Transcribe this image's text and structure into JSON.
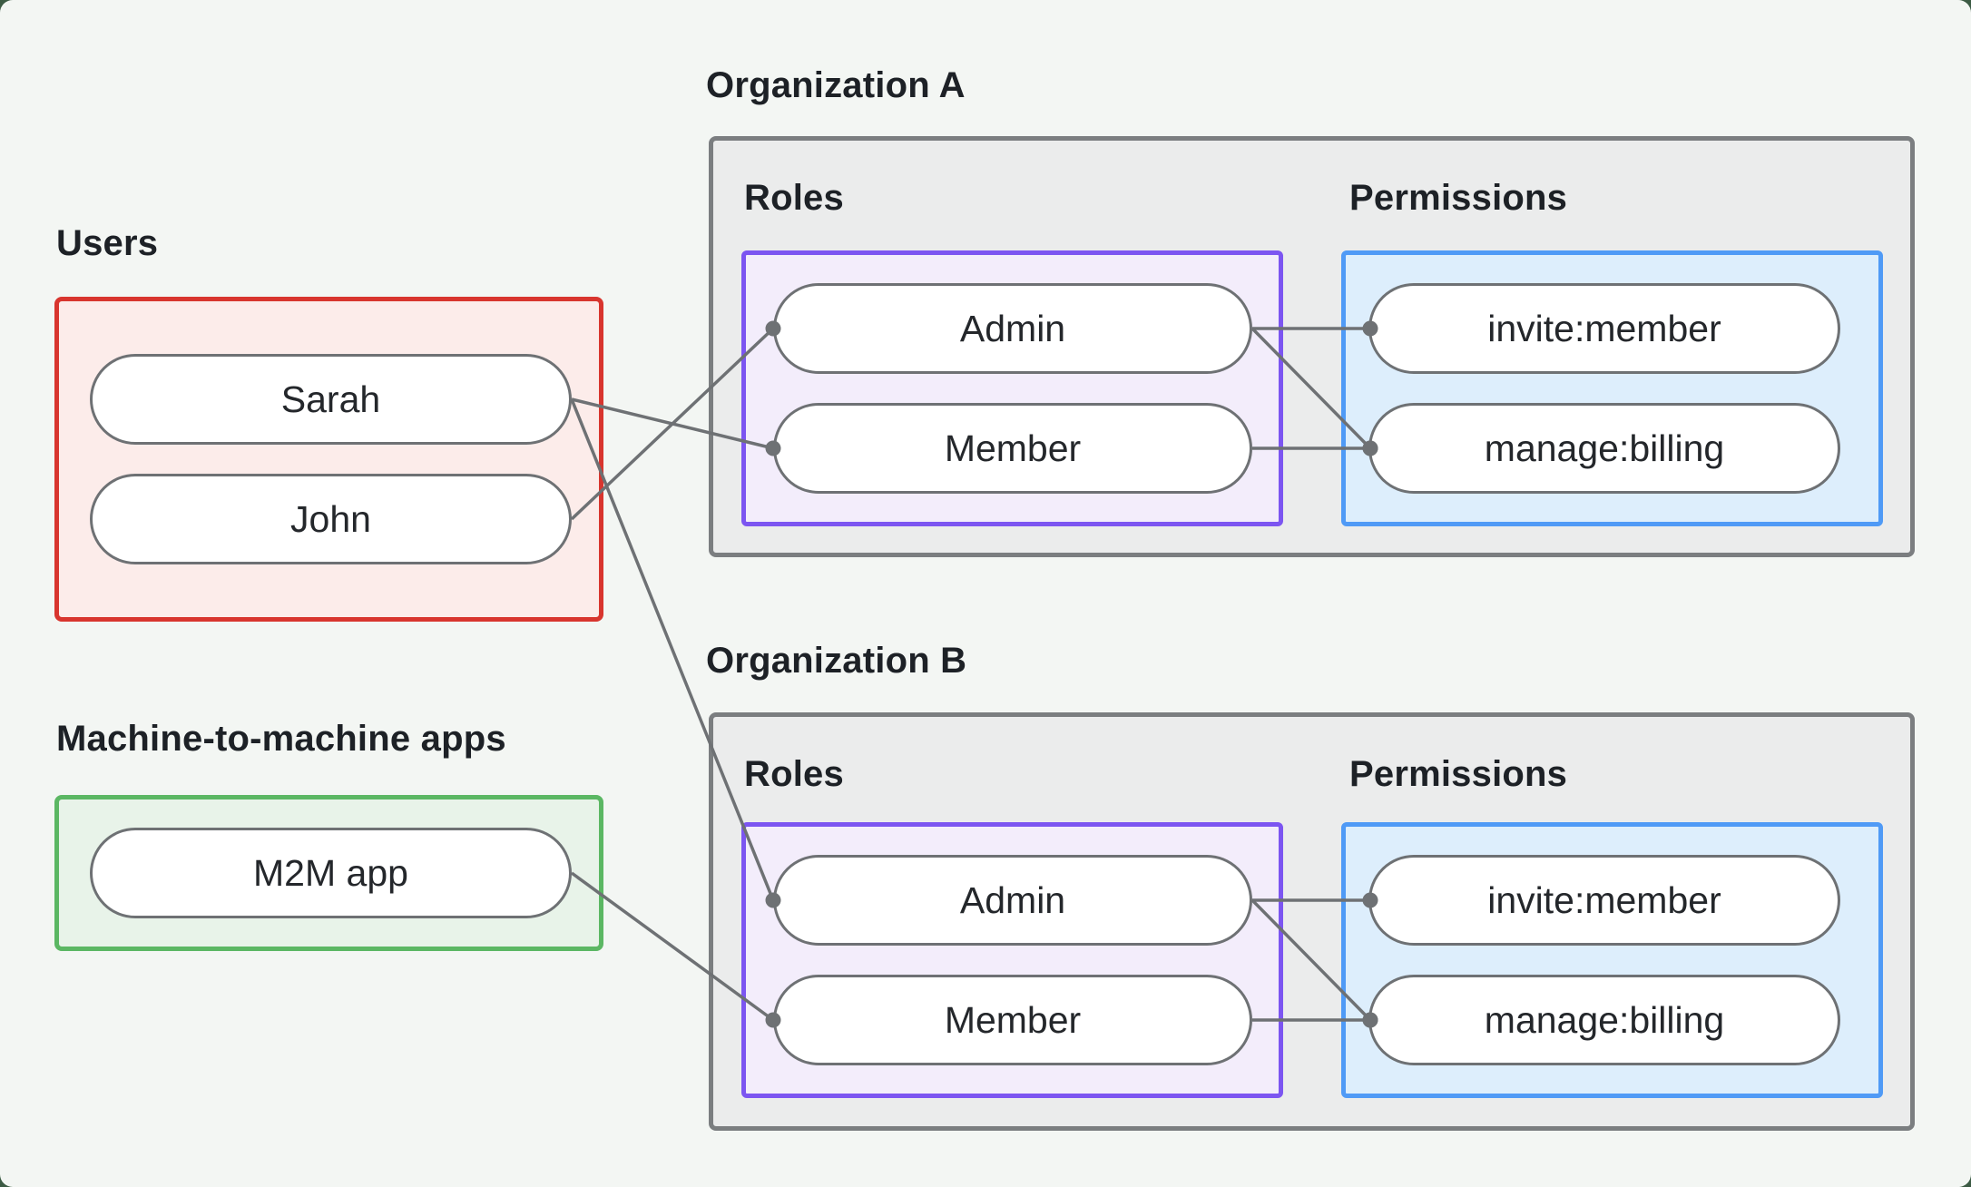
{
  "users_group": {
    "label": "Users",
    "items": [
      {
        "id": "sarah",
        "label": "Sarah"
      },
      {
        "id": "john",
        "label": "John"
      }
    ]
  },
  "m2m_group": {
    "label": "Machine-to-machine apps",
    "items": [
      {
        "id": "m2m",
        "label": "M2M app"
      }
    ]
  },
  "org_a": {
    "title": "Organization A",
    "roles_label": "Roles",
    "permissions_label": "Permissions",
    "roles": [
      {
        "id": "orgA.admin",
        "label": "Admin"
      },
      {
        "id": "orgA.member",
        "label": "Member"
      }
    ],
    "permissions": [
      {
        "id": "orgA.invite",
        "label": "invite:member"
      },
      {
        "id": "orgA.manage",
        "label": "manage:billing"
      }
    ]
  },
  "org_b": {
    "title": "Organization B",
    "roles_label": "Roles",
    "permissions_label": "Permissions",
    "roles": [
      {
        "id": "orgB.admin",
        "label": "Admin"
      },
      {
        "id": "orgB.member",
        "label": "Member"
      }
    ],
    "permissions": [
      {
        "id": "orgB.invite",
        "label": "invite:member"
      },
      {
        "id": "orgB.manage",
        "label": "manage:billing"
      }
    ]
  },
  "connections": [
    {
      "from": "sarah",
      "to": "orgA.member"
    },
    {
      "from": "john",
      "to": "orgA.admin"
    },
    {
      "from": "sarah",
      "to": "orgB.admin"
    },
    {
      "from": "m2m",
      "to": "orgB.member"
    },
    {
      "from": "orgA.admin",
      "to": "orgA.invite"
    },
    {
      "from": "orgA.admin",
      "to": "orgA.manage"
    },
    {
      "from": "orgA.member",
      "to": "orgA.manage"
    },
    {
      "from": "orgB.admin",
      "to": "orgB.invite"
    },
    {
      "from": "orgB.admin",
      "to": "orgB.manage"
    },
    {
      "from": "orgB.member",
      "to": "orgB.manage"
    }
  ],
  "colors": {
    "page_background": "#f3f6f3",
    "outer_background": "#3c5b44",
    "org_box_fill": "#ebecec",
    "org_box_border": "#7b7e80",
    "users_fill": "#fcecea",
    "users_border": "#d8352e",
    "m2m_fill": "#e8f3e9",
    "m2m_border": "#5bb763",
    "roles_fill": "#f3edfb",
    "roles_border": "#7c55f1",
    "permissions_fill": "#ddeefc",
    "permissions_border": "#4f9af6",
    "wire": "#6e7174",
    "pill_fill": "#ffffff",
    "pill_border": "#6e7174",
    "text": "#1d2126"
  }
}
